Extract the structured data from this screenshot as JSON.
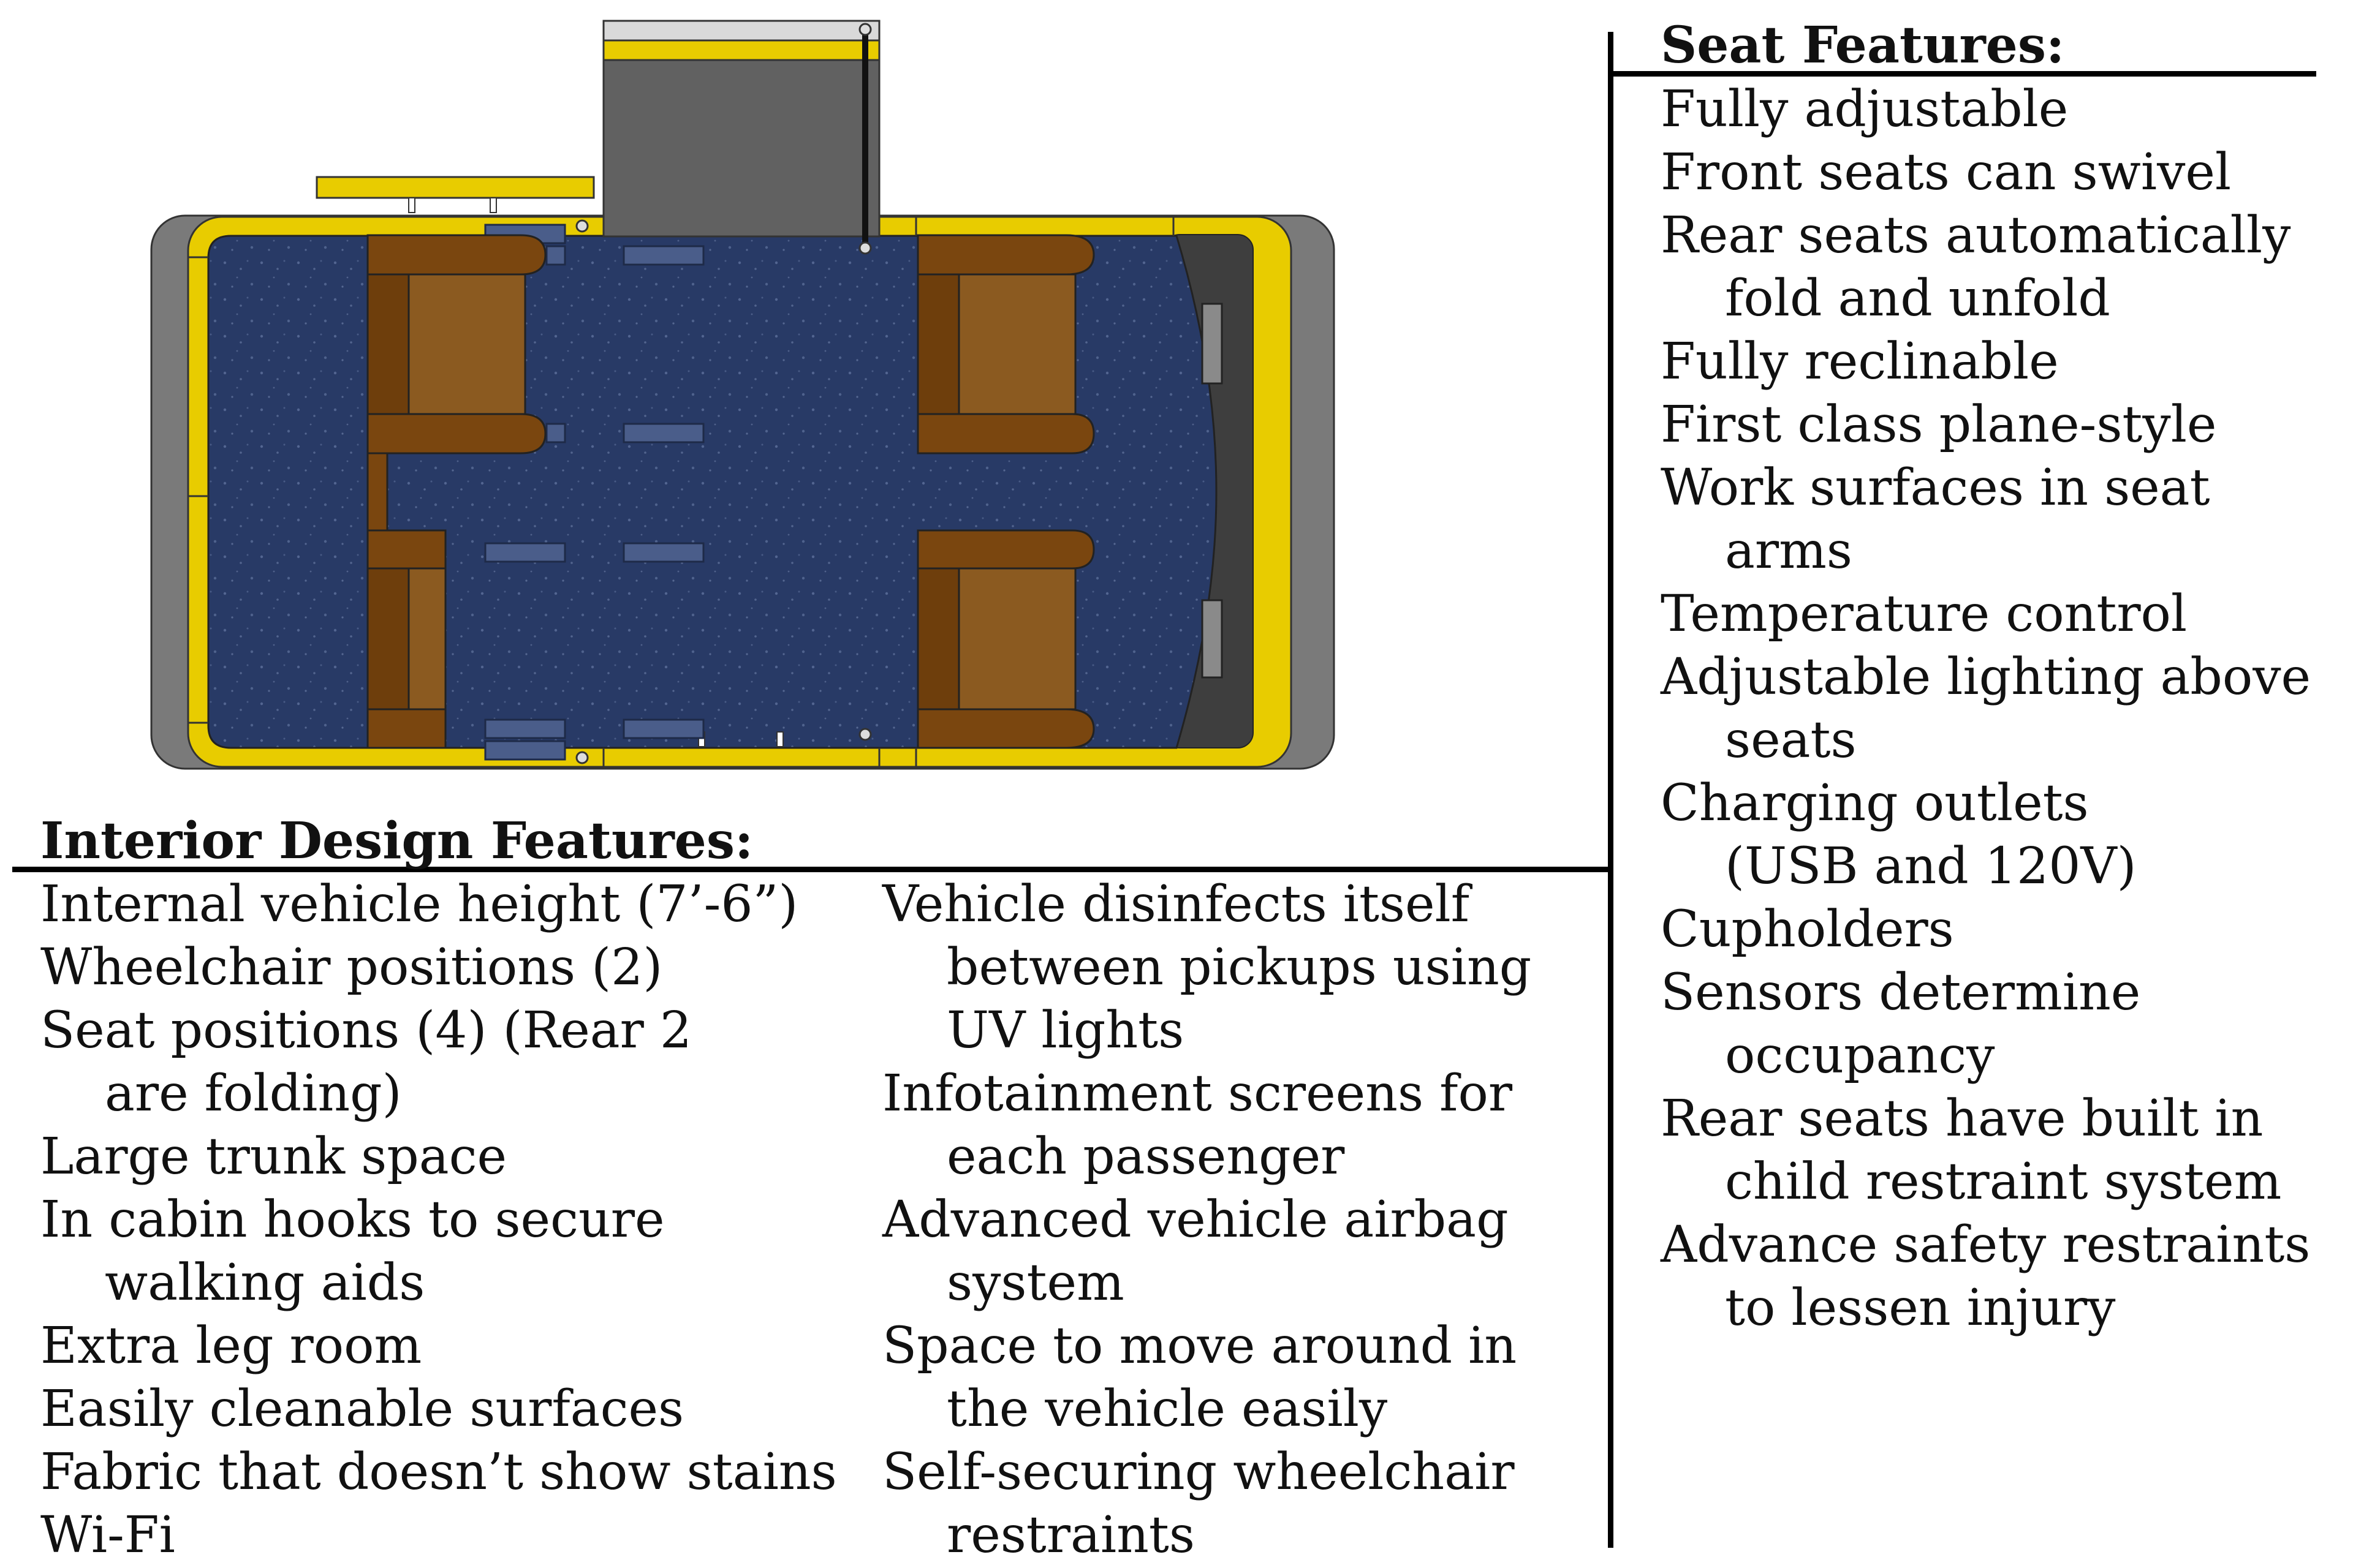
{
  "seat_features": {
    "heading": "Seat Features:",
    "items": [
      "Fully adjustable",
      "Front seats can swivel",
      "Rear seats automatically fold and unfold",
      "Fully reclinable",
      "First class plane-style",
      "Work surfaces in seat arms",
      "Temperature control",
      "Adjustable lighting above seats",
      "Charging outlets (USB and 120V)",
      "Cupholders",
      "Sensors determine occupancy",
      "Rear seats have built in child restraint system",
      "Advance safety restraints to lessen injury"
    ]
  },
  "interior_features": {
    "heading": "Interior Design Features:",
    "column_1": [
      "Internal vehicle height (7’-6”)",
      "Wheelchair positions (2)",
      "Seat positions (4) (Rear 2 are folding)",
      "Large trunk space",
      "In cabin hooks to secure walking aids",
      "Extra leg room",
      "Easily cleanable surfaces",
      "Fabric that doesn’t show stains",
      "Wi-Fi"
    ],
    "column_2": [
      "Vehicle disinfects itself between pickups using UV lights",
      "Infotainment screens for each passenger",
      "Advanced vehicle airbag system",
      "Space to move around in the vehicle easily",
      "Self-securing wheelchair restraints"
    ]
  },
  "colors": {
    "yellow_frame": "#e8cc00",
    "carpet": "#283a66",
    "seat_brown": "#8b5a20",
    "seat_dark": "#6e3e0c",
    "gray_body": "#7a7a7a",
    "ramp_gray": "#616161"
  }
}
